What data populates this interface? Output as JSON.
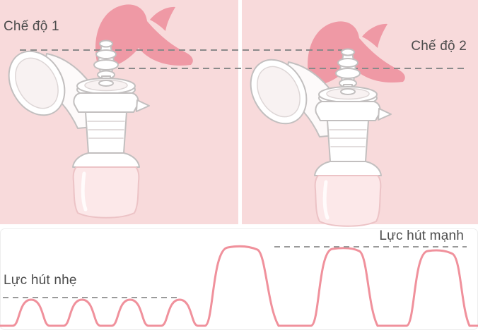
{
  "modes": {
    "mode1_label": "Chế độ 1",
    "mode2_label": "Chế độ 2"
  },
  "suction": {
    "light_label": "Lực hút nhẹ",
    "strong_label": "Lực hút mạnh"
  },
  "waveform": {
    "type": "line",
    "small_pulse_count": 4,
    "large_pulse_count": 3,
    "small_pulse_level_label": "Lực hút nhẹ",
    "large_pulse_level_label": "Lực hút mạnh"
  },
  "colors": {
    "panel_background": "#f8dadb",
    "swoosh_pink": "#ef99a5",
    "waveform_pink": "#f0919c",
    "outline_gray": "#c2bfbf",
    "dash_gray": "#8a8a8a",
    "bottle_pink": "#fce8e9",
    "text": "#4c4c4c"
  }
}
